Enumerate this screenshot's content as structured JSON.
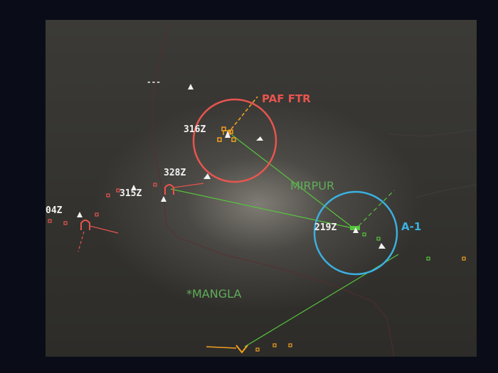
{
  "colors": {
    "hostile": "#e8554f",
    "friendly": "#3bb0e0",
    "link_line": "#57c43e",
    "place": "#5fae59",
    "track_text": "#f2f2f2",
    "unknown": "#f0a020"
  },
  "callouts": {
    "hostile_group": "PAF FTR",
    "friendly_group": "A-1"
  },
  "places": {
    "mirpur": "MIRPUR",
    "mangla": "*MANGLA"
  },
  "tracks": {
    "t316": "316Z",
    "t328": "328Z",
    "t315": "315Z",
    "t219": "219Z",
    "t104": "04Z",
    "dashes": "---"
  },
  "icons": {
    "hostile_ring": "red-circle-icon",
    "friendly_ring": "blue-circle-icon",
    "aircraft": "aircraft-triangle-icon",
    "hostile_symbol": "hostile-hat-icon",
    "friendly_symbol": "friendly-track-icon"
  }
}
